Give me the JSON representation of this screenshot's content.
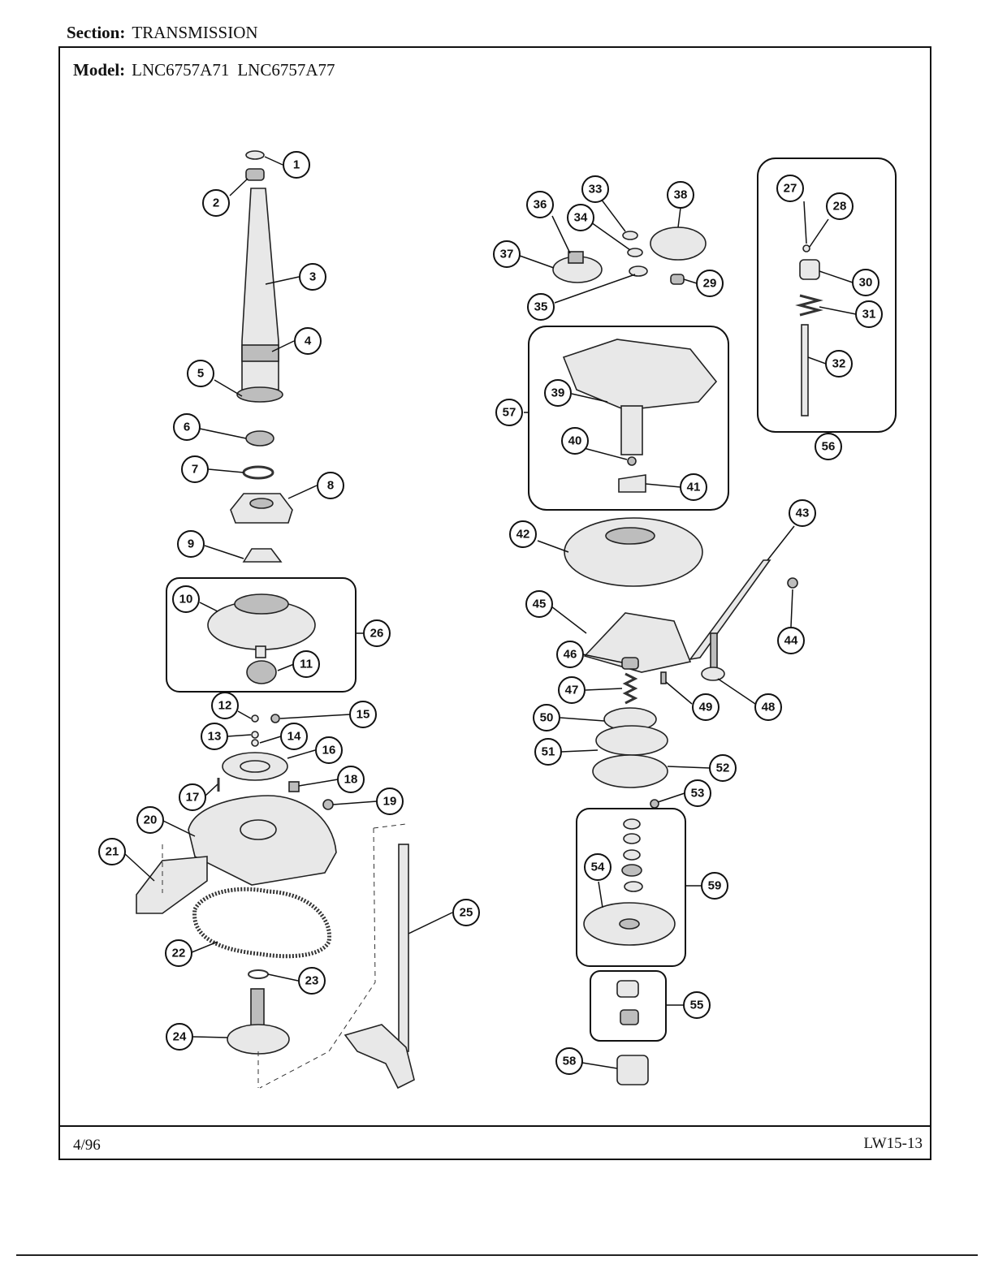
{
  "header": {
    "section_label": "Section:",
    "section_value": "TRANSMISSION",
    "model_label": "Model:",
    "models": [
      "LNC6757A71",
      "LNC6757A77"
    ]
  },
  "footer": {
    "date": "4/96",
    "page_code": "LW15-13"
  },
  "callouts": [
    "1",
    "2",
    "3",
    "4",
    "5",
    "6",
    "7",
    "8",
    "9",
    "10",
    "11",
    "12",
    "13",
    "14",
    "15",
    "16",
    "17",
    "18",
    "19",
    "20",
    "21",
    "22",
    "23",
    "24",
    "25",
    "26",
    "27",
    "28",
    "29",
    "30",
    "31",
    "32",
    "33",
    "34",
    "35",
    "36",
    "37",
    "38",
    "39",
    "40",
    "41",
    "42",
    "43",
    "44",
    "45",
    "46",
    "47",
    "48",
    "49",
    "50",
    "51",
    "52",
    "53",
    "54",
    "55",
    "56",
    "57",
    "58",
    "59"
  ]
}
